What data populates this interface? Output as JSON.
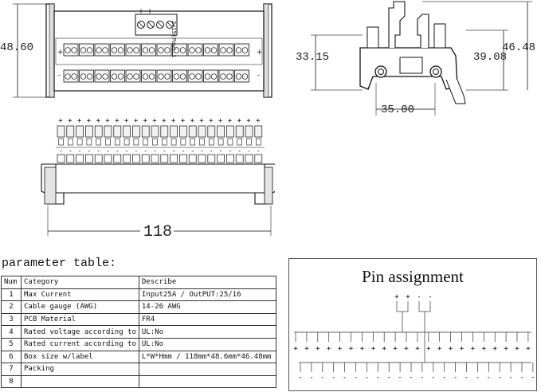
{
  "drawing": {
    "top_view": {
      "width_dim": "48.60",
      "side_label": "2x15(Pow)-1",
      "plus": "+",
      "minus": "-",
      "power_signs": [
        "+",
        "+",
        "-",
        "-"
      ],
      "terminal_count": 12
    },
    "side_view": {
      "dim_left": "33.15",
      "dim_right": "39.08",
      "dim_height": "46.48",
      "dim_bottom": "35.00"
    },
    "front_view": {
      "length_dim": "118",
      "plus": "+",
      "minus": "-",
      "terminal_count": 22
    }
  },
  "parameters": {
    "title": "parameter table:",
    "headers": [
      "Num",
      "Category",
      "Describe"
    ],
    "rows": [
      [
        "1",
        "Max Current",
        "Input25A / OutPUT:25/16"
      ],
      [
        "2",
        "Cable gauge (AWG)",
        "14-26 AWG"
      ],
      [
        "3",
        "PCB Material",
        "FR4"
      ],
      [
        "4",
        "Rated voltage according to",
        "UL:No"
      ],
      [
        "5",
        "Rated current according to",
        "UL:No"
      ],
      [
        "6",
        "Box size w/label",
        "L*W*Hmm / 118mm*48.6mm*46.48mm"
      ],
      [
        "7",
        "Packing",
        ""
      ],
      [
        "8",
        "",
        ""
      ]
    ]
  },
  "pin_assignment": {
    "title": "Pin assignment",
    "input_signs": [
      "+",
      "+",
      "-",
      "-"
    ],
    "plus": "+",
    "minus": "-",
    "pin_count": 22
  }
}
